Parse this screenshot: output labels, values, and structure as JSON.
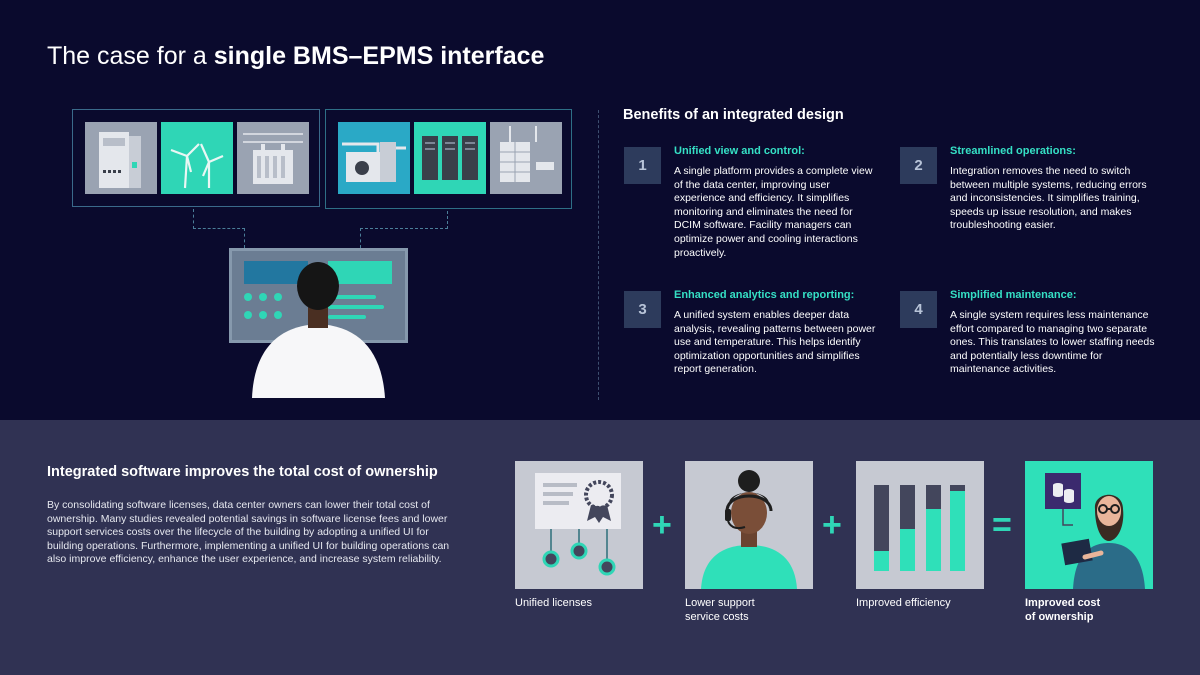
{
  "title": {
    "prefix": "The case for a ",
    "bold": "single BMS–EPMS interface"
  },
  "benefits": {
    "title": "Benefits of an integrated design",
    "items": [
      {
        "number": "1",
        "heading": "Unified view and control:",
        "text": "A single platform provides a complete view of the data center, improving user experience and efficiency. It simplifies monitoring and eliminates the need for DCIM software. Facility managers can optimize power and cooling interactions proactively."
      },
      {
        "number": "2",
        "heading": "Streamlined operations:",
        "text": "Integration removes the need to switch between multiple systems, reducing errors and inconsistencies. It simplifies training, speeds up issue resolution, and makes troubleshooting easier."
      },
      {
        "number": "3",
        "heading": "Enhanced analytics and reporting:",
        "text": "A unified system enables deeper data analysis, revealing patterns between power use and temperature. This helps identify optimization opportunities and simplifies report generation."
      },
      {
        "number": "4",
        "heading": "Simplified maintenance:",
        "text": "A single system requires less maintenance effort compared to managing two separate ones. This translates to lower staffing needs and potentially less downtime for maintenance activities."
      }
    ]
  },
  "tco": {
    "title_prefix": "Integrated software ",
    "title_bold": "improves the total cost of ownership",
    "text": "By consolidating software licenses, data center owners can lower their total cost of ownership. Many studies revealed potential savings in software license fees and lower support services costs over the lifecycle of the building by adopting a unified UI for building operations. Furthermore, implementing a unified UI for building operations can also improve efficiency, enhance the user experience, and increase system reliability."
  },
  "equation": {
    "op_plus": "+",
    "op_equals": "=",
    "cards": [
      {
        "label": "Unified licenses",
        "icon": "certificate-icon"
      },
      {
        "label_line1": "Lower support",
        "label_line2": "service costs",
        "icon": "support-agent-icon"
      },
      {
        "label": "Improved efficiency",
        "icon": "bar-chart-icon"
      },
      {
        "label_line1": "Improved cost",
        "label_line2": "of ownership",
        "icon": "person-with-tablet-icon"
      }
    ]
  },
  "colors": {
    "background_top": "#0a0a2d",
    "background_bottom": "#303253",
    "accent": "#35e0c5",
    "card_gray": "#c6c9d2",
    "card_green": "#2fe0b9"
  }
}
